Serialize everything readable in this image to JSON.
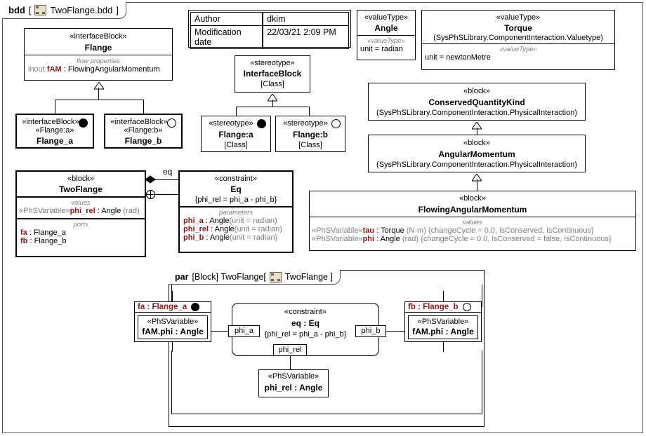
{
  "diagram": {
    "kind": "bdd",
    "title": "TwoFlange.bdd",
    "icon": "sysml-diagram-icon"
  },
  "header_table": {
    "rows": [
      {
        "label": "Author",
        "value": "dkim"
      },
      {
        "label": "Modification date",
        "value": "22/03/21 2:09 PM"
      }
    ]
  },
  "blocks": {
    "flange": {
      "stereotype": "«interfaceBlock»",
      "name": "Flange",
      "compartment_label": "flow properties",
      "property_dir": "inout",
      "property_name": "fAM",
      "property_sep": " : ",
      "property_type": "FlowingAngularMomentum"
    },
    "flange_a": {
      "stereotype": "«interfaceBlock»",
      "applied": "«Flange:a»",
      "name": "Flange_a",
      "marker": "filled-dot"
    },
    "flange_b": {
      "stereotype": "«interfaceBlock»",
      "applied": "«Flange:b»",
      "name": "Flange_b",
      "marker": "hollow-dot"
    },
    "interfaceblock_stereo": {
      "stereotype": "«stereotype»",
      "name": "InterfaceBlock",
      "meta": "[Class]"
    },
    "flange_a_stereo": {
      "stereotype": "«stereotype»",
      "name": "Flange:a",
      "meta": "[Class]",
      "marker": "filled-dot"
    },
    "flange_b_stereo": {
      "stereotype": "«stereotype»",
      "name": "Flange:b",
      "meta": "[Class]",
      "marker": "hollow-dot"
    },
    "angle": {
      "stereotype": "«valueType»",
      "name": "Angle",
      "compartment_label": "«valueType»",
      "body": "unit = radian"
    },
    "torque": {
      "stereotype": "«valueType»",
      "name": "Torque",
      "qualifier": "(SysPhSLibrary.ComponentInteraction.Valuetype)",
      "compartment_label": "«valueType»",
      "body": "unit = newtonMetre"
    },
    "conserved_quantity_kind": {
      "stereotype": "«block»",
      "name": "ConservedQuantityKind",
      "qualifier": "(SysPhSLibrary.ComponentInteraction.PhysicalInteraction)"
    },
    "angular_momentum": {
      "stereotype": "«block»",
      "name": "AngularMomentum",
      "qualifier": "(SysPhSLibrary.ComponentInteraction.PhysicalInteraction)"
    },
    "flowing_angular_momentum": {
      "stereotype": "«block»",
      "name": "FlowingAngularMomentum",
      "compartment_label": "values",
      "values": [
        {
          "stereo": "«PhSVariable»",
          "name": "tau",
          "sep": " : ",
          "type": "Torque",
          "unit": "(N·m)",
          "constraints": "{changeCycle = 0.0, isConserved, isContinuous}"
        },
        {
          "stereo": "«PhSVariable»",
          "name": "phi",
          "sep": " : ",
          "type": "Angle",
          "unit": "(rad)",
          "constraints": "{changeCycle = 0.0, isConserved = false, isContinuous}"
        }
      ]
    },
    "two_flange": {
      "stereotype": "«block»",
      "name": "TwoFlange",
      "values_label": "values",
      "values": [
        {
          "stereo": "«PhSVariable»",
          "name": "phi_rel",
          "sep": " : ",
          "type": "Angle",
          "unit": "(rad)"
        }
      ],
      "ports_label": "ports",
      "ports": [
        {
          "name": "fa",
          "sep": " : ",
          "type": "Flange_a"
        },
        {
          "name": "fb",
          "sep": " : ",
          "type": "Flange_b"
        }
      ]
    },
    "eq_constraint": {
      "stereotype": "«constraint»",
      "name": "Eq",
      "expression": "{phi_rel = phi_a - phi_b}",
      "compartment_label": "parameters",
      "parameters": [
        {
          "name": "phi_a",
          "sep": " : ",
          "type": "Angle",
          "unit": "(unit = radian)"
        },
        {
          "name": "phi_rel",
          "sep": " : ",
          "type": "Angle",
          "unit": "(unit = radian)"
        },
        {
          "name": "phi_b",
          "sep": " : ",
          "type": "Angle",
          "unit": "(unit = radian)"
        }
      ]
    }
  },
  "associations": {
    "eq_label": "eq"
  },
  "par_diagram": {
    "kind": "par",
    "scope": "[Block] TwoFlange[",
    "title": "TwoFlange ]",
    "icon": "sysml-diagram-icon",
    "parts": {
      "fa": {
        "label": "fa : Flange_a",
        "marker": "filled-dot",
        "property": {
          "stereo": "«PhSVariable»",
          "name": "fAM.phi : Angle"
        }
      },
      "fb": {
        "label": "fb : Flange_b",
        "marker": "hollow-dot",
        "property": {
          "stereo": "«PhSVariable»",
          "name": "fAM.phi : Angle"
        }
      },
      "eq": {
        "stereotype": "«constraint»",
        "name": "eq : Eq",
        "expression": "{phi_rel = phi_a - phi_b}",
        "ports": {
          "left": "phi_a",
          "right": "phi_b",
          "bottom": "phi_rel"
        }
      },
      "phi_rel": {
        "stereo": "«PhSVariable»",
        "name": "phi_rel : Angle"
      }
    }
  },
  "colors": {
    "border": "#000000",
    "frame": "#555555",
    "muted_text": "#7d7d7d",
    "accent_text": "#8b1a1a",
    "icon_fill": "#e8e0c8"
  }
}
